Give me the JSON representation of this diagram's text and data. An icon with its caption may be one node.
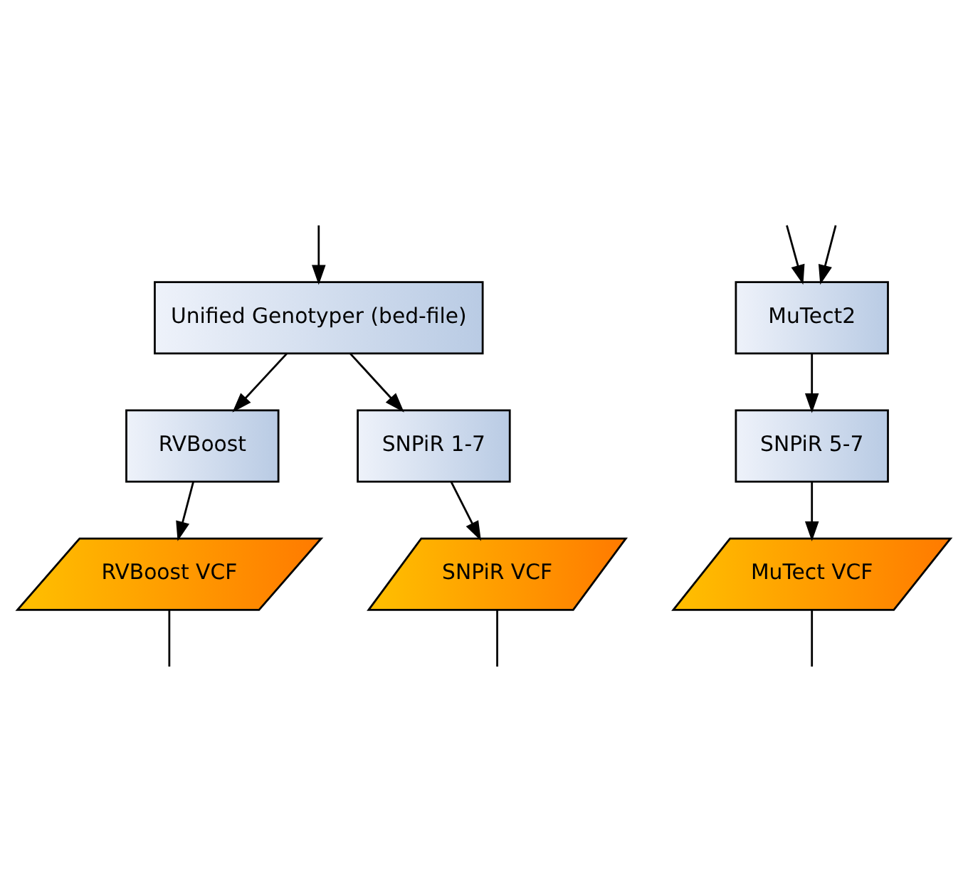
{
  "diagram": {
    "nodes": [
      {
        "text": [
          "Unified Genotyper (bed-file)"
        ]
      },
      {
        "text": [
          "MuTect2"
        ]
      },
      {
        "text": [
          "RVBoost"
        ]
      },
      {
        "text": [
          "SNPiR 1-7"
        ]
      },
      {
        "text": [
          "SNPiR 5-7"
        ]
      },
      {
        "text": [
          "RVBoost VCF"
        ]
      },
      {
        "text": [
          "SNPiR VCF"
        ]
      },
      {
        "text": [
          "MuTect VCF"
        ]
      }
    ],
    "edges": [
      {
        "from": null,
        "to": 0,
        "arrow": "to"
      },
      {
        "from": null,
        "to": 1,
        "arrow": "to"
      },
      {
        "from": null,
        "to": 1,
        "arrow": "to"
      },
      {
        "from": 0,
        "to": 2,
        "arrow": "to"
      },
      {
        "from": 0,
        "to": 3,
        "arrow": "to"
      },
      {
        "from": 1,
        "to": 4,
        "arrow": "to"
      },
      {
        "from": 2,
        "to": 5,
        "arrow": "to"
      },
      {
        "from": 3,
        "to": 6,
        "arrow": "to"
      },
      {
        "from": 4,
        "to": 7,
        "arrow": "to"
      },
      {
        "from": 5,
        "to": null,
        "arrow": "none"
      },
      {
        "from": 6,
        "to": null,
        "arrow": "none"
      },
      {
        "from": 7,
        "to": null,
        "arrow": "none"
      }
    ]
  }
}
